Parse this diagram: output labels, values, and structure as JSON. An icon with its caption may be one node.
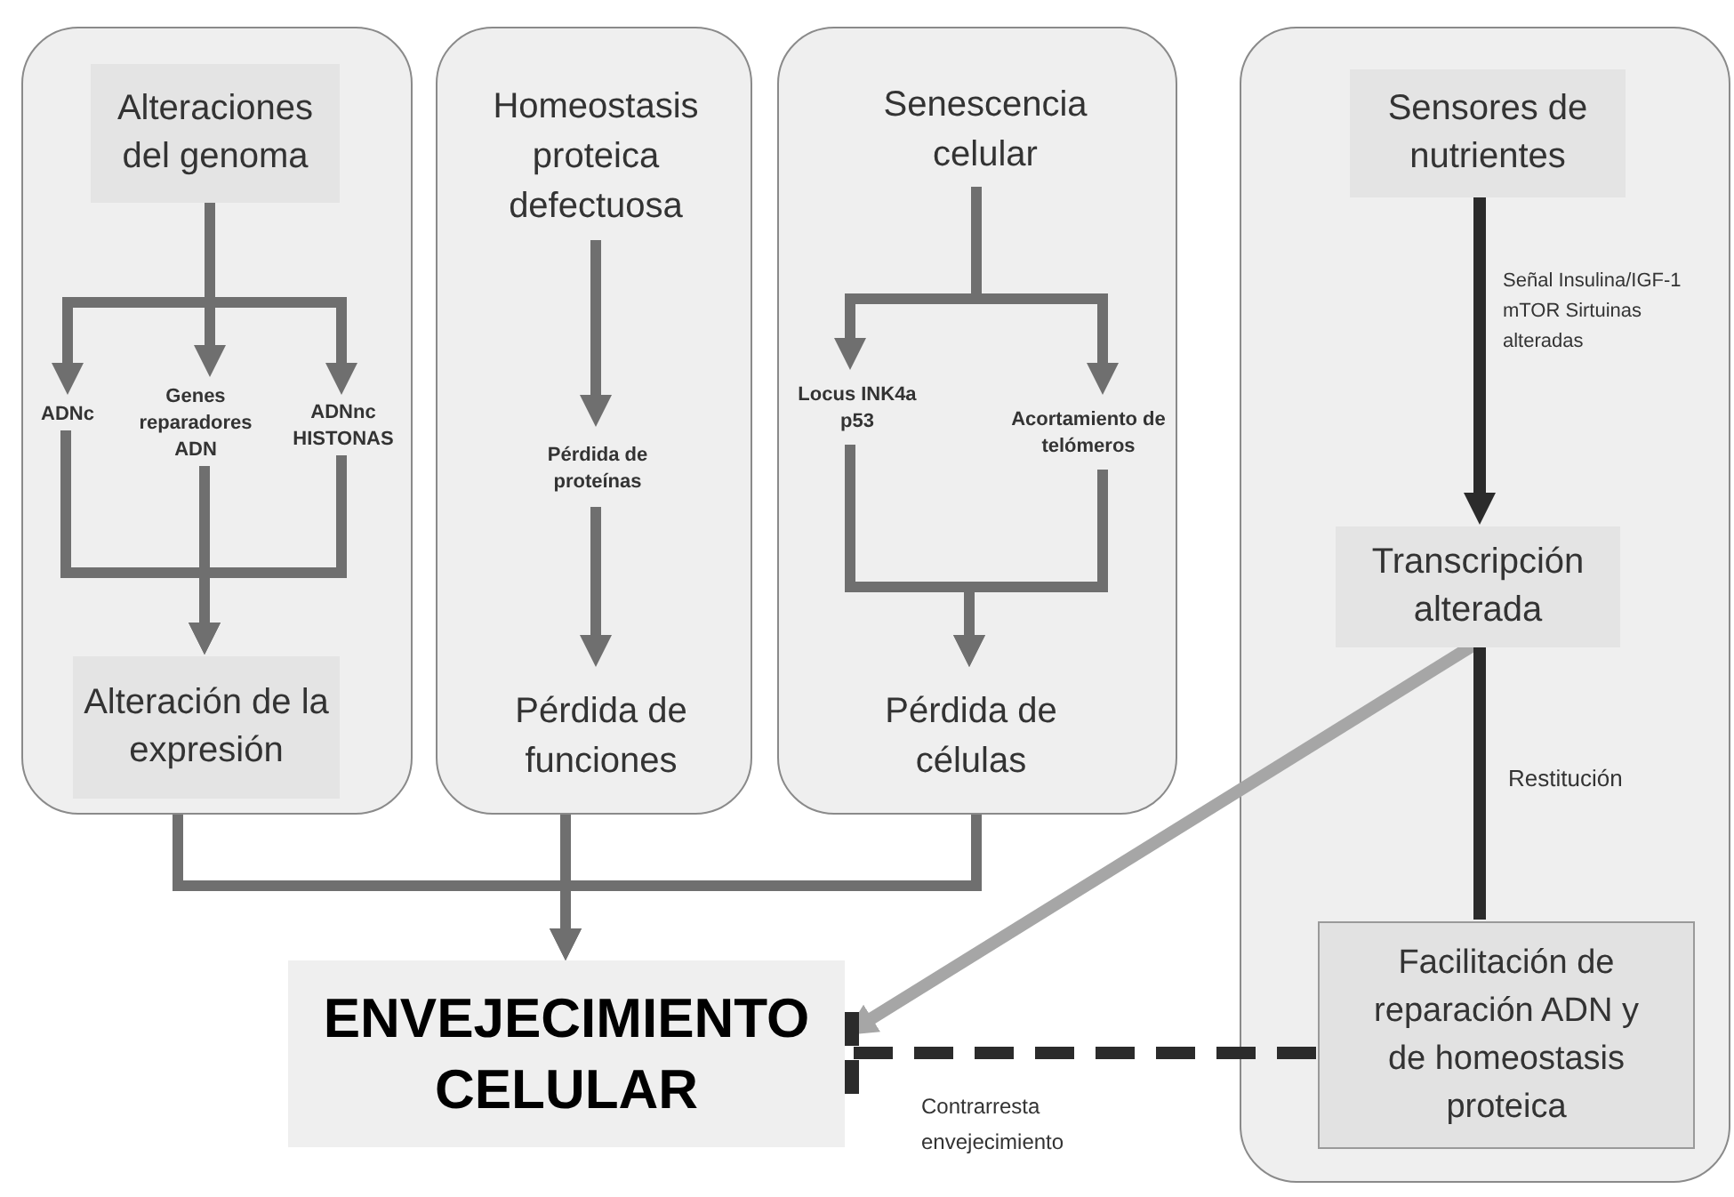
{
  "diagram": {
    "nodes": [
      {
        "text": [],
        "shape": "box"
      },
      {
        "text": [
          "Alteraciones del genoma"
        ],
        "in": 0
      },
      {
        "text": [
          "ADNc"
        ],
        "in": 0
      },
      {
        "text": [
          "Genes reparadores ADN"
        ],
        "in": 0
      },
      {
        "text": [
          "ADNnc HISTONAS"
        ],
        "in": 0
      },
      {
        "text": [
          "Alteración de la expresión"
        ],
        "in": 0
      },
      {
        "text": [],
        "shape": "box"
      },
      {
        "text": [
          "Homeostasis proteica defectuosa"
        ],
        "in": 6
      },
      {
        "text": [
          "Pérdida de proteínas"
        ],
        "in": 6
      },
      {
        "text": [
          "Pérdida de funciones"
        ],
        "in": 6
      },
      {
        "text": [],
        "shape": "box"
      },
      {
        "text": [
          "Senescencia celular"
        ],
        "in": 10
      },
      {
        "text": [
          "Locus INK4a p53"
        ],
        "in": 10
      },
      {
        "text": [
          "Acortamiento de telómeros"
        ],
        "in": 10
      },
      {
        "text": [
          "Pérdida de células"
        ],
        "in": 10
      },
      {
        "text": [],
        "shape": "box"
      },
      {
        "text": [
          "Sensores de nutrientes"
        ],
        "in": 15
      },
      {
        "text": [
          "Transcripción alterada"
        ],
        "in": 15
      },
      {
        "text": [
          "Facilitación de reparación ADN y de homeostasis proteica"
        ],
        "in": 15
      },
      {
        "text": [
          "ENVEJECIMIENTO CELULAR"
        ]
      }
    ],
    "edges": [
      {
        "from": 1,
        "to": 2,
        "arrow": "to"
      },
      {
        "from": 1,
        "to": 3,
        "arrow": "to"
      },
      {
        "from": 1,
        "to": 4,
        "arrow": "to"
      },
      {
        "from": 2,
        "to": 5,
        "arrow": "to"
      },
      {
        "from": 3,
        "to": 5,
        "arrow": "to"
      },
      {
        "from": 4,
        "to": 5,
        "arrow": "to"
      },
      {
        "from": 7,
        "to": 8,
        "arrow": "to"
      },
      {
        "from": 8,
        "to": 9,
        "arrow": "to"
      },
      {
        "from": 11,
        "to": 12,
        "arrow": "to"
      },
      {
        "from": 11,
        "to": 13,
        "arrow": "to"
      },
      {
        "from": 12,
        "to": 14,
        "arrow": "to"
      },
      {
        "from": 13,
        "to": 14,
        "arrow": "to"
      },
      {
        "from": 0,
        "to": 19,
        "arrow": "to"
      },
      {
        "from": 6,
        "to": 19,
        "arrow": "to"
      },
      {
        "from": 10,
        "to": 19,
        "arrow": "to"
      },
      {
        "from": 16,
        "to": 17,
        "arrow": "to",
        "label": "Señal Insulina/IGF-1 mTOR Sirtuinas alteradas",
        "color": "#2b2b2b"
      },
      {
        "from": 17,
        "to": 19,
        "arrow": "to",
        "color": "#a6a6a6"
      },
      {
        "from": 17,
        "to": 18,
        "arrow": "none",
        "label": "Restitución",
        "color": "#2b2b2b"
      },
      {
        "from": 18,
        "to": 19,
        "arrow": "other",
        "label": "Contrarresta envejecimiento",
        "style": "dashed",
        "color": "#2b2b2b"
      }
    ]
  }
}
